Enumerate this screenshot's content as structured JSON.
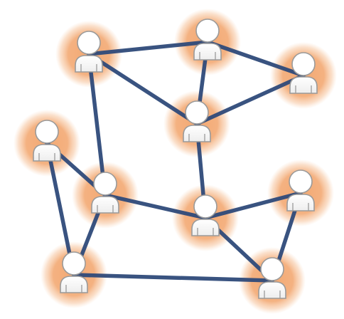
{
  "diagram": {
    "type": "social-network-graph",
    "node_icon": "user-icon",
    "colors": {
      "background": "#ffffff",
      "edge": "#2f4a7a",
      "halo": "#f2a46b",
      "person_fill": "#ffffff",
      "person_stroke": "#9a9a9a"
    },
    "nodes": [
      {
        "id": "n1"
      },
      {
        "id": "n2"
      },
      {
        "id": "n3"
      },
      {
        "id": "n4"
      },
      {
        "id": "n5"
      },
      {
        "id": "n6"
      },
      {
        "id": "n7"
      },
      {
        "id": "n8"
      },
      {
        "id": "n9"
      },
      {
        "id": "n10"
      },
      {
        "id": "n11"
      }
    ],
    "edges": [
      [
        "n1",
        "n2"
      ],
      [
        "n1",
        "n4"
      ],
      [
        "n1",
        "n6"
      ],
      [
        "n2",
        "n3"
      ],
      [
        "n2",
        "n4"
      ],
      [
        "n3",
        "n4"
      ],
      [
        "n4",
        "n7"
      ],
      [
        "n5",
        "n6"
      ],
      [
        "n5",
        "n9"
      ],
      [
        "n6",
        "n7"
      ],
      [
        "n6",
        "n9"
      ],
      [
        "n7",
        "n8"
      ],
      [
        "n7",
        "n10"
      ],
      [
        "n8",
        "n10"
      ],
      [
        "n9",
        "n10"
      ]
    ]
  }
}
